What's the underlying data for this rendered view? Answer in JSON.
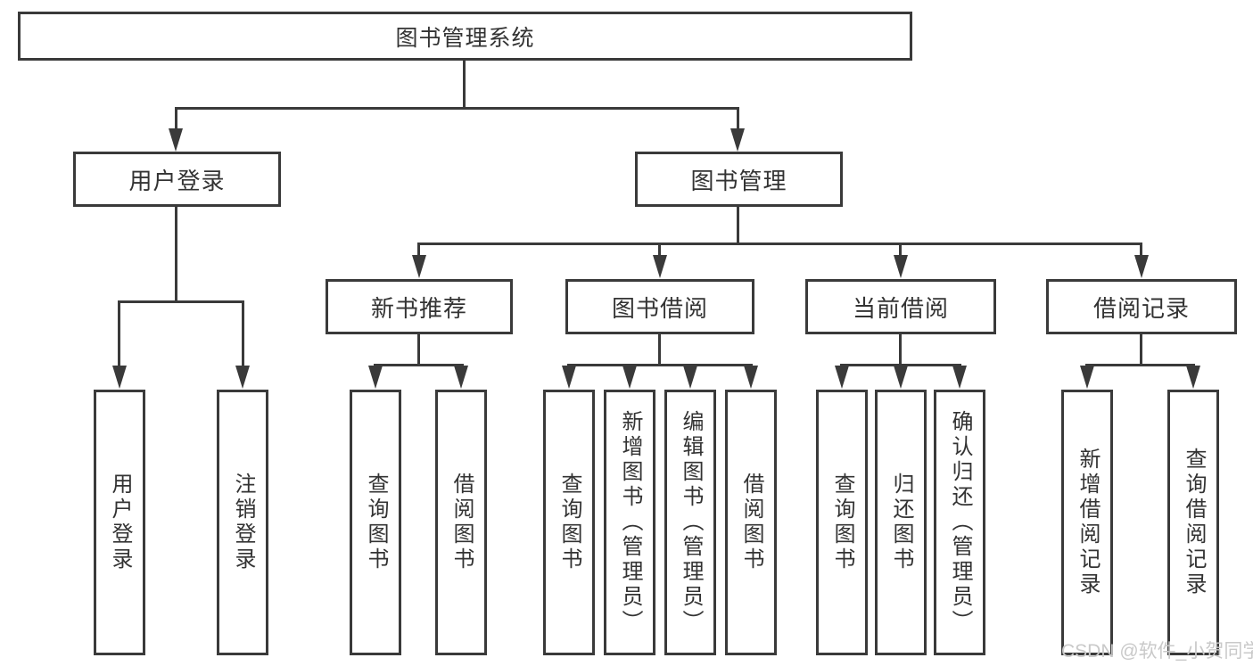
{
  "tree": {
    "root_label": "图书管理系统",
    "user_branch": {
      "label": "用户登录",
      "children": [
        "用户登录",
        "注销登录"
      ]
    },
    "book_branch": {
      "label": "图书管理",
      "sections": [
        {
          "label": "新书推荐",
          "children": [
            "查询图书",
            "借阅图书"
          ]
        },
        {
          "label": "图书借阅",
          "children": [
            "查询图书",
            "新增图书（管理员）",
            "编辑图书（管理员）",
            "借阅图书"
          ]
        },
        {
          "label": "当前借阅",
          "children": [
            "查询图书",
            "归还图书",
            "确认归还（管理员）"
          ]
        },
        {
          "label": "借阅记录",
          "children": [
            "新增借阅记录",
            "查询借阅记录"
          ]
        }
      ]
    }
  },
  "watermark": {
    "text": "CSDN @软件_小贺同学"
  },
  "colors": {
    "line": "#3a3a3a",
    "text": "#333333",
    "box_background": "#ffffff",
    "watermark": "#c9c9c9",
    "page_background": "#ffffff"
  }
}
